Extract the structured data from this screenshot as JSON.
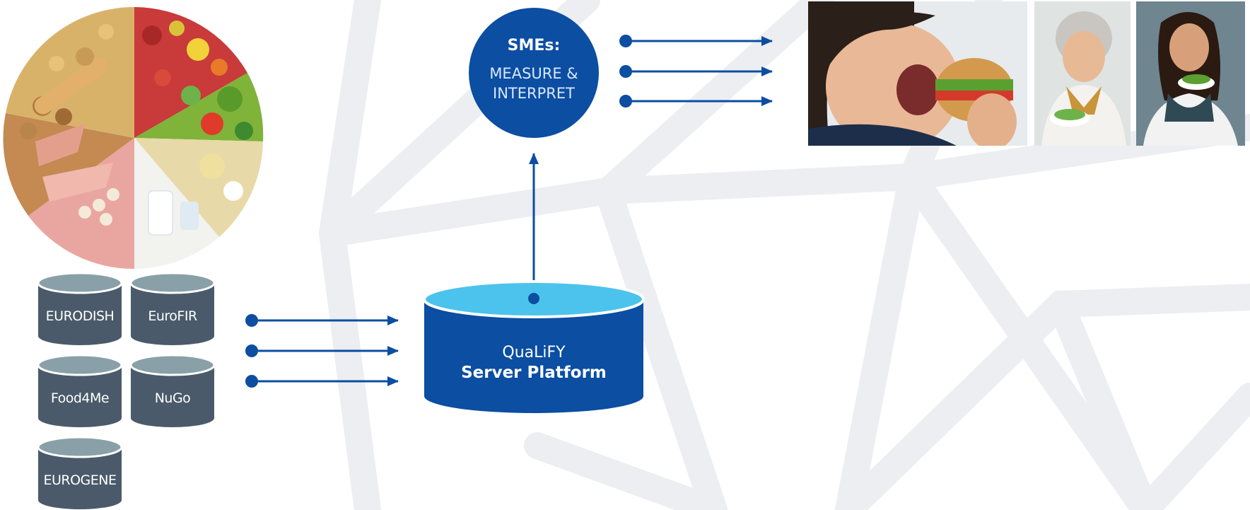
{
  "food_image": {
    "icon": "food-plate-illustration"
  },
  "databases": [
    {
      "label": "EURODISH"
    },
    {
      "label": "EuroFIR"
    },
    {
      "label": "Food4Me"
    },
    {
      "label": "NuGo"
    },
    {
      "label": "EUROGENE"
    }
  ],
  "platform": {
    "line1": "QuaLiFY",
    "line2": "Server Platform"
  },
  "sme": {
    "title": "SMEs:",
    "line1": "MEASURE &",
    "line2": "INTERPRET"
  },
  "photos": [
    {
      "icon": "child-eating-burger-photo"
    },
    {
      "icon": "senior-woman-with-salad-photo"
    },
    {
      "icon": "woman-eating-salad-photo"
    }
  ],
  "colors": {
    "primary_blue": "#0b4ea2",
    "platform_top": "#4cc3ec",
    "db_body": "#4a5a6a",
    "db_top": "#8aa0a8",
    "background_pattern": "#eef0f2"
  }
}
